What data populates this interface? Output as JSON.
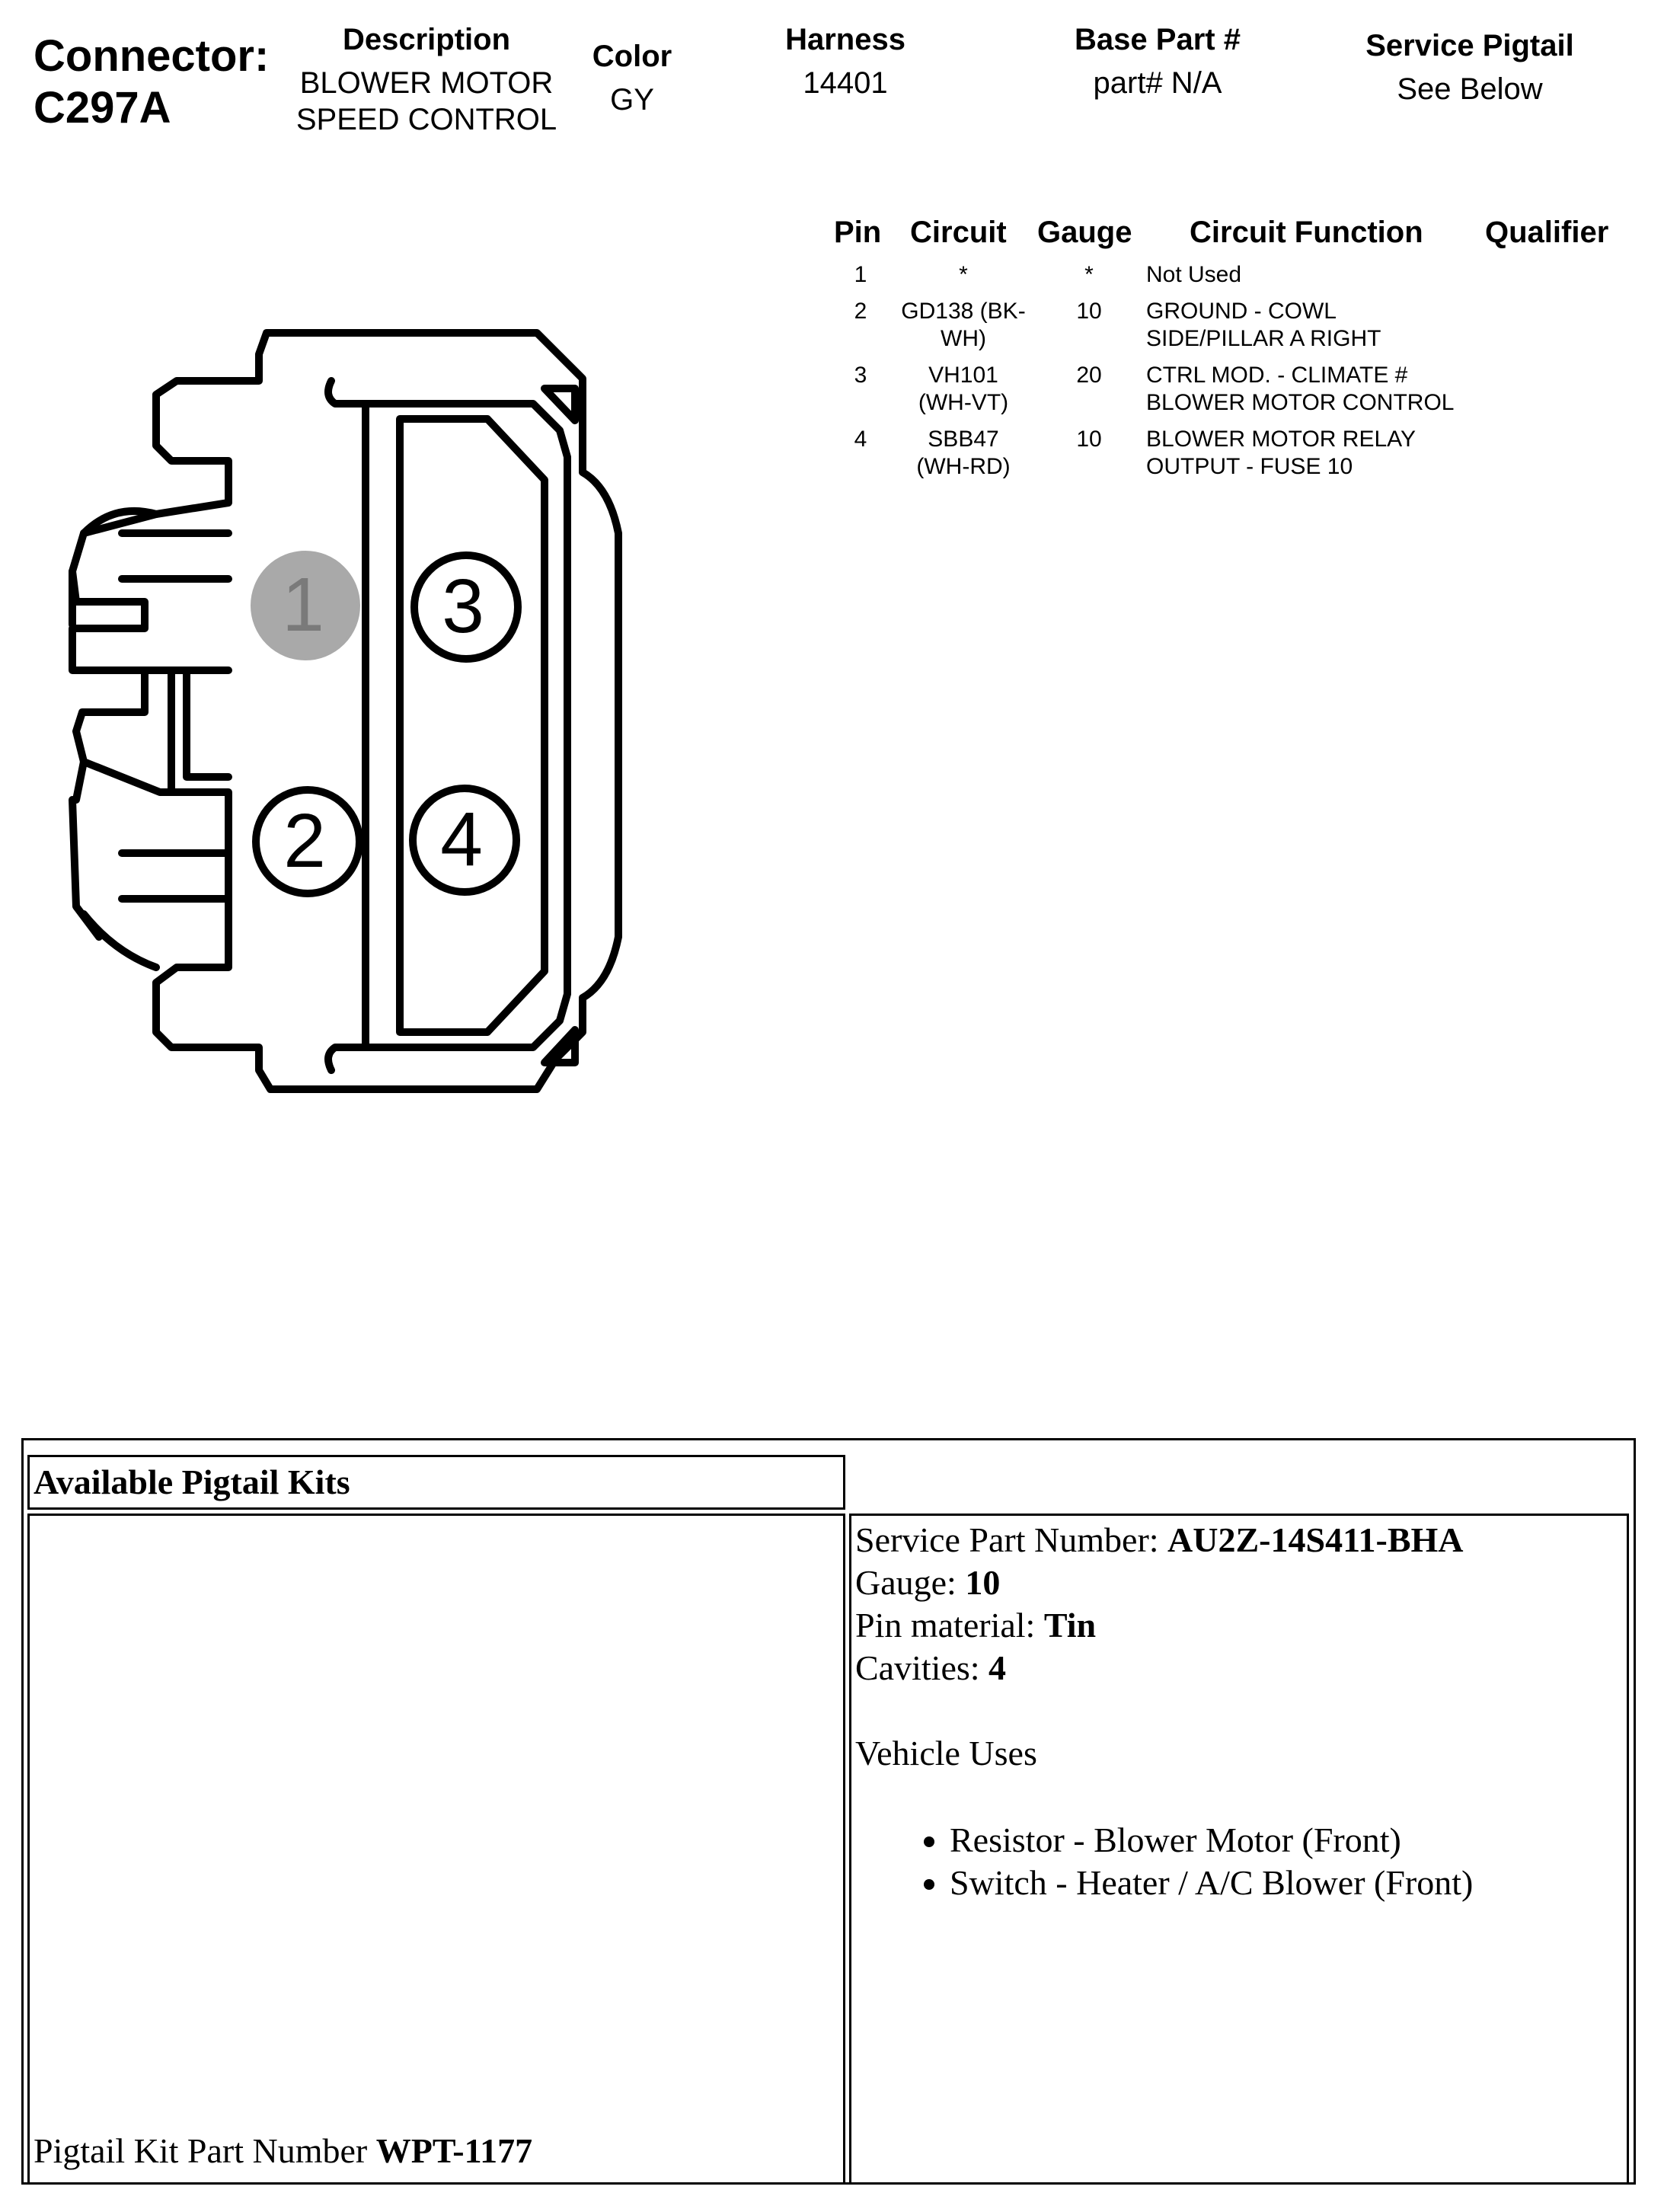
{
  "header": {
    "connector_label": "Connector:",
    "connector_id": "C297A",
    "description_label": "Description",
    "description_line1": "BLOWER MOTOR",
    "description_line2": "SPEED CONTROL",
    "color_label": "Color",
    "color_value": "GY",
    "harness_label": "Harness",
    "harness_value": "14401",
    "base_part_label": "Base Part #",
    "base_part_value": "part# N/A",
    "service_pigtail_label": "Service Pigtail",
    "service_pigtail_value": "See Below"
  },
  "pin_table": {
    "headers": [
      "Pin",
      "Circuit",
      "Gauge",
      "Circuit Function",
      "Qualifier"
    ],
    "rows": [
      {
        "pin": "1",
        "circuit": [
          "*"
        ],
        "gauge": "*",
        "function": [
          "Not Used"
        ],
        "qualifier": ""
      },
      {
        "pin": "2",
        "circuit": [
          "GD138 (BK-",
          "WH)"
        ],
        "gauge": "10",
        "function": [
          "GROUND - COWL",
          "SIDE/PILLAR A RIGHT"
        ],
        "qualifier": ""
      },
      {
        "pin": "3",
        "circuit": [
          "VH101",
          "(WH-VT)"
        ],
        "gauge": "20",
        "function": [
          "CTRL MOD. - CLIMATE #",
          "BLOWER MOTOR CONTROL"
        ],
        "qualifier": ""
      },
      {
        "pin": "4",
        "circuit": [
          "SBB47",
          "(WH-RD)"
        ],
        "gauge": "10",
        "function": [
          "BLOWER MOTOR RELAY",
          "OUTPUT - FUSE 10"
        ],
        "qualifier": ""
      }
    ]
  },
  "connector_diagram": {
    "pins": [
      {
        "label": "1",
        "state": "not-used"
      },
      {
        "label": "2",
        "state": "used"
      },
      {
        "label": "3",
        "state": "used"
      },
      {
        "label": "4",
        "state": "used"
      }
    ],
    "colors": {
      "outline": "#000000",
      "unused_fill": "#a9a9a9",
      "unused_text": "#7a7a7a"
    }
  },
  "pigtail": {
    "title": "Available Pigtail Kits",
    "kit_part_label": "Pigtail Kit Part Number ",
    "kit_part_value": "WPT-1177",
    "service_part_label": "Service Part Number: ",
    "service_part_value": "AU2Z-14S411-BHA",
    "gauge_label": "Gauge: ",
    "gauge_value": "10",
    "pin_material_label": "Pin material: ",
    "pin_material_value": "Tin",
    "cavities_label": "Cavities: ",
    "cavities_value": "4",
    "vehicle_uses_label": "Vehicle Uses",
    "vehicle_uses": [
      "Resistor - Blower Motor (Front)",
      "Switch - Heater / A/C Blower (Front)"
    ]
  }
}
